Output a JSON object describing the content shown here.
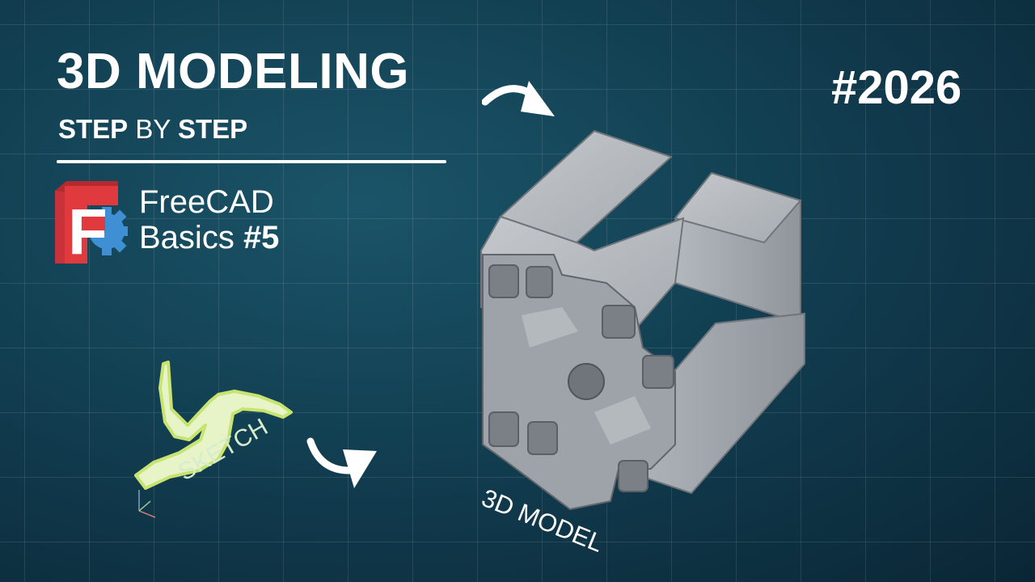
{
  "title": {
    "main": "3D MODELING",
    "sub_word1": "STEP",
    "sub_word2": "BY",
    "sub_word3": "STEP"
  },
  "series": {
    "line1": "FreeCAD",
    "line2": "Basics",
    "number": "#5"
  },
  "episode": "#2026",
  "labels": {
    "sketch": "SKETCH",
    "model": "3D MODEL"
  },
  "logo": {
    "letter": "F",
    "colors": {
      "red": "#e0393e",
      "dark_red": "#b52a30",
      "blue": "#3e8fd4"
    }
  },
  "colors": {
    "background": "#123f52",
    "sketch_fill": "#e6f4c8",
    "sketch_stroke": "#c8e36f",
    "model_gray": "#a7acb2",
    "text": "#ffffff"
  },
  "icons": [
    "curved-arrow-icon",
    "curved-arrow-icon",
    "axis-triad-icon",
    "freecad-logo-icon"
  ]
}
